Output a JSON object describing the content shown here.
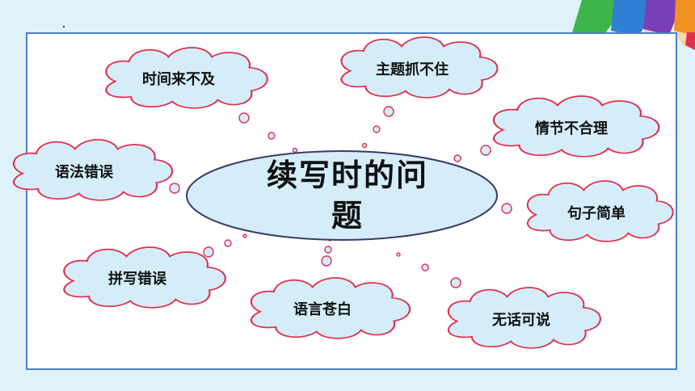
{
  "center": {
    "title": "续写时的问题"
  },
  "clouds": [
    {
      "label": "时间来不及"
    },
    {
      "label": "主题抓不住"
    },
    {
      "label": "情节不合理"
    },
    {
      "label": "语法错误"
    },
    {
      "label": "句子简单"
    },
    {
      "label": "拼写错误"
    },
    {
      "label": "语言苍白"
    },
    {
      "label": "无话可说"
    }
  ],
  "colors": {
    "cloud_fill": "#d4edf8",
    "cloud_stroke": "#e0304e",
    "bubble_stroke": "#e0304e",
    "board_border": "#4c7fc4",
    "ellipse_stroke": "#3a3a6a"
  }
}
